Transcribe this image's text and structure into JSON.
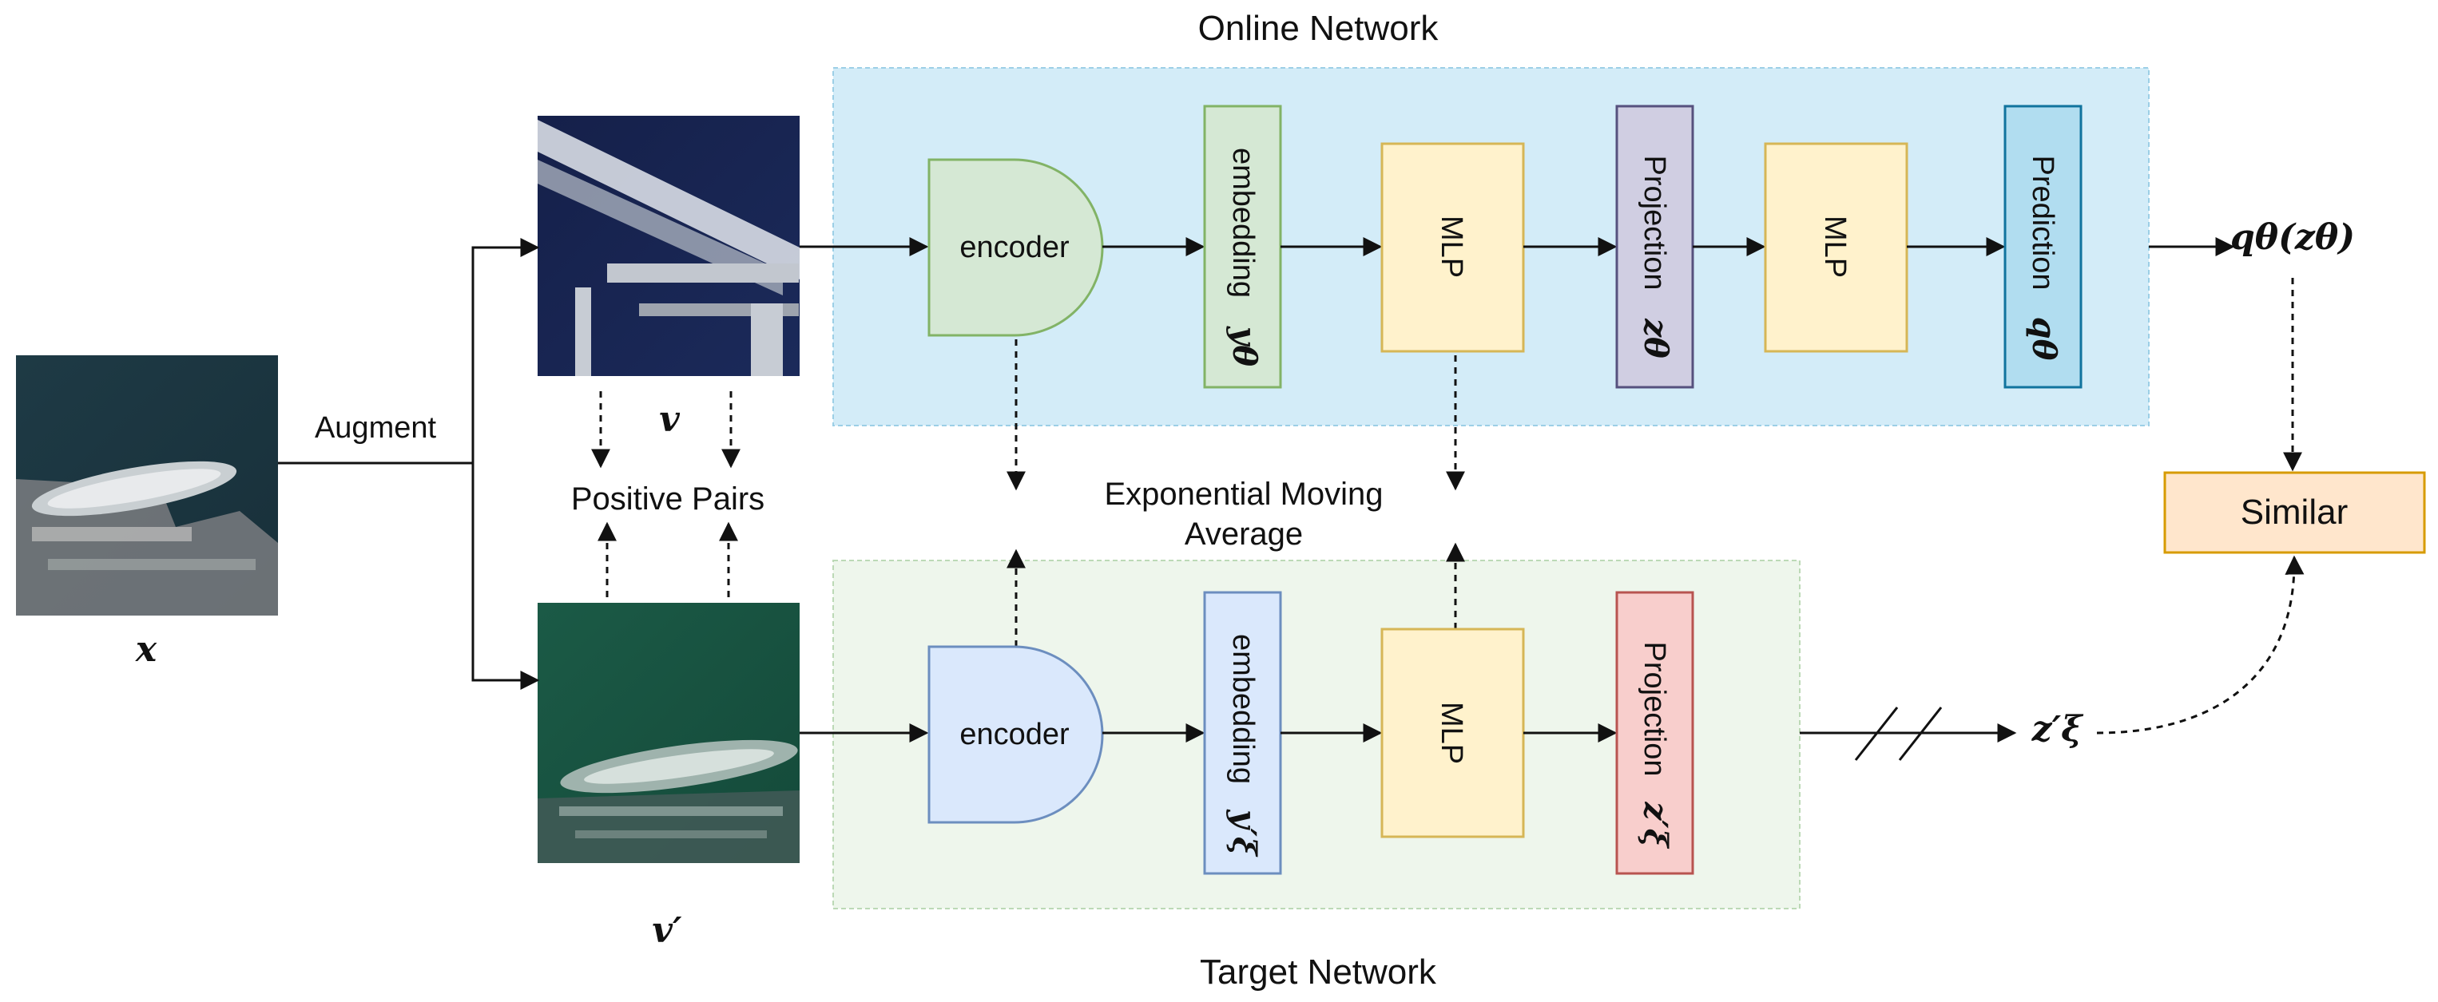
{
  "networks": {
    "online_title": "Online Network",
    "target_title": "Target Network"
  },
  "labels": {
    "augment": "Augment",
    "positive_pairs": "Positive Pairs",
    "ema_line1": "Exponential Moving",
    "ema_line2": "Average",
    "similar": "Similar"
  },
  "images": {
    "x_label": "x",
    "v_label": "v",
    "v_prime_label": "v′"
  },
  "online": {
    "encoder": "encoder",
    "embedding": "embedding",
    "embedding_symbol": "yθ",
    "mlp1": "MLP",
    "projection": "Projection",
    "projection_symbol": "zθ",
    "mlp2": "MLP",
    "prediction": "Prediction",
    "prediction_symbol": "qθ",
    "output": "qθ(zθ)"
  },
  "target": {
    "encoder": "encoder",
    "embedding": "embedding",
    "embedding_symbol": "y′ξ",
    "mlp": "MLP",
    "projection": "Projection",
    "projection_symbol": "z′ξ",
    "output": "z′ξ"
  },
  "colors": {
    "online_bg": "#d3ecf8",
    "target_bg": "#eef6ec",
    "online_encoder": "#d5e8d4",
    "online_encoder_stroke": "#82b366",
    "target_encoder": "#dae8fc",
    "target_encoder_stroke": "#6c8ebf",
    "mlp": "#fff2cc",
    "mlp_stroke": "#d6b656",
    "projection_online": "#d0cee2",
    "projection_online_stroke": "#56517e",
    "projection_target": "#f8cecc",
    "projection_target_stroke": "#b85450",
    "prediction": "#b1ddf0",
    "prediction_stroke": "#10739e",
    "similar_fill": "#ffe6cc",
    "similar_stroke": "#d79b00"
  }
}
